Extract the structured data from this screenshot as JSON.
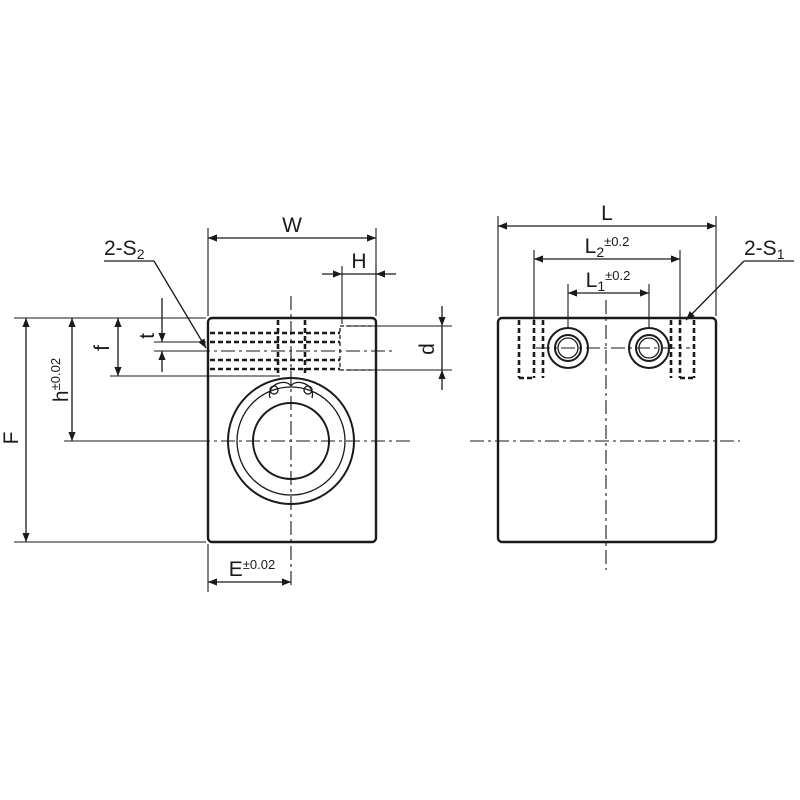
{
  "labels": {
    "W": "W",
    "H": "H",
    "L": "L",
    "F": "F",
    "d": "d",
    "f": "f",
    "t": "t",
    "h": "h",
    "h_tol": "±0.02",
    "E": "E",
    "E_tol": "±0.02",
    "L2": "L",
    "L2_sub": "2",
    "L2_tol": "±0.2",
    "L1": "L",
    "L1_sub": "1",
    "L1_tol": "±0.2",
    "S2_prefix": "2-S",
    "S2_sub": "2",
    "S1_prefix": "2-S",
    "S1_sub": "1"
  }
}
